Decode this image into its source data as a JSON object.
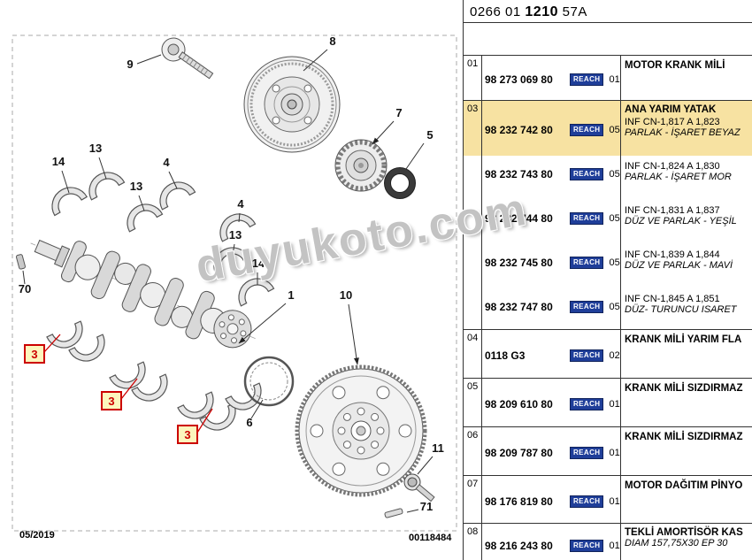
{
  "header": {
    "code_prefix": "0266 01 ",
    "code_bold": "1210",
    "code_suffix": " 57A"
  },
  "table": {
    "reach_label": "REACH",
    "row01": {
      "ref": "01",
      "part": "98 273 069 80",
      "qty": "01",
      "title": "MOTOR KRANK MİLİ"
    },
    "row03": {
      "ref": "03",
      "title": "ANA YARIM YATAK",
      "subs": [
        {
          "part": "98 232 742 80",
          "qty": "05",
          "line1": "INF CN-1,817 A 1,823",
          "line2": "PARLAK - İŞARET BEYAZ"
        },
        {
          "part": "98 232 743 80",
          "qty": "05",
          "line1": "INF CN-1,824 A 1,830",
          "line2": "PARLAK - İŞARET MOR"
        },
        {
          "part": "98 232 744 80",
          "qty": "05",
          "line1": "INF CN-1,831 A 1,837",
          "line2": "DÜZ VE PARLAK - YEŞİL"
        },
        {
          "part": "98 232 745 80",
          "qty": "05",
          "line1": "INF CN-1,839 A 1,844",
          "line2": "DÜZ VE PARLAK - MAVİ"
        },
        {
          "part": "98 232 747 80",
          "qty": "05",
          "line1": "INF CN-1,845 A 1,851",
          "line2": "DÜZ- TURUNCU ISARET"
        }
      ]
    },
    "row04": {
      "ref": "04",
      "part": "0118 G3",
      "qty": "02",
      "title": "KRANK MİLİ YARIM FLA"
    },
    "row05": {
      "ref": "05",
      "part": "98 209 610 80",
      "qty": "01",
      "title": "KRANK MİLİ SIZDIRMAZ"
    },
    "row06": {
      "ref": "06",
      "part": "98 209 787 80",
      "qty": "01",
      "title": "KRANK MİLİ SIZDIRMAZ"
    },
    "row07": {
      "ref": "07",
      "part": "98 176 819 80",
      "qty": "01",
      "title": "MOTOR DAĞITIM PİNYO"
    },
    "row08": {
      "ref": "08",
      "part": "98 216 243 80",
      "qty": "01",
      "title": "TEKLİ AMORTİSÖR KAS",
      "line2": "DIAM 157,75X30 EP 30"
    }
  },
  "diagram": {
    "watermark": "duyukoto.com",
    "date": "05/2019",
    "sheet_number": "00118484",
    "labels": {
      "n1": "1",
      "n3": "3",
      "n4": "4",
      "n5": "5",
      "n6": "6",
      "n7": "7",
      "n8": "8",
      "n9": "9",
      "n10": "10",
      "n11": "11",
      "n13": "13",
      "n14": "14",
      "n70": "70",
      "n71": "71"
    }
  }
}
